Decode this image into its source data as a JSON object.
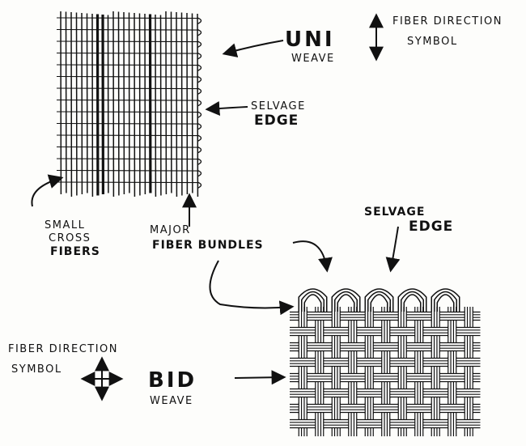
{
  "labels": {
    "uni": "UNI",
    "uni_weave": "WEAVE",
    "fiber_direction_1": "FIBER DIRECTION",
    "symbol_1": "SYMBOL",
    "selvage_1": "SELVAGE",
    "edge_1": "EDGE",
    "small": "SMALL",
    "cross": "CROSS",
    "fibers": "FIBERS",
    "major": "MAJOR",
    "fiber_bundles": "FIBER BUNDLES",
    "selvage_2": "SELVAGE",
    "edge_2": "EDGE",
    "fiber_direction_2": "FIBER DIRECTION",
    "symbol_2": "SYMBOL",
    "bid": "BID",
    "bid_weave": "WEAVE"
  }
}
